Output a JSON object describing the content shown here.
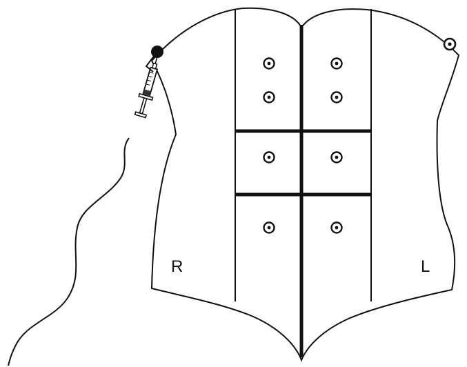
{
  "diagram": {
    "labels": {
      "right_side": "R",
      "left_side": "L"
    },
    "colors": {
      "stroke": "#111111",
      "background": "#ffffff"
    },
    "icons": {
      "marker": "filled-dot",
      "ring_marker": "ring-dot",
      "instrument": "syringe"
    }
  }
}
